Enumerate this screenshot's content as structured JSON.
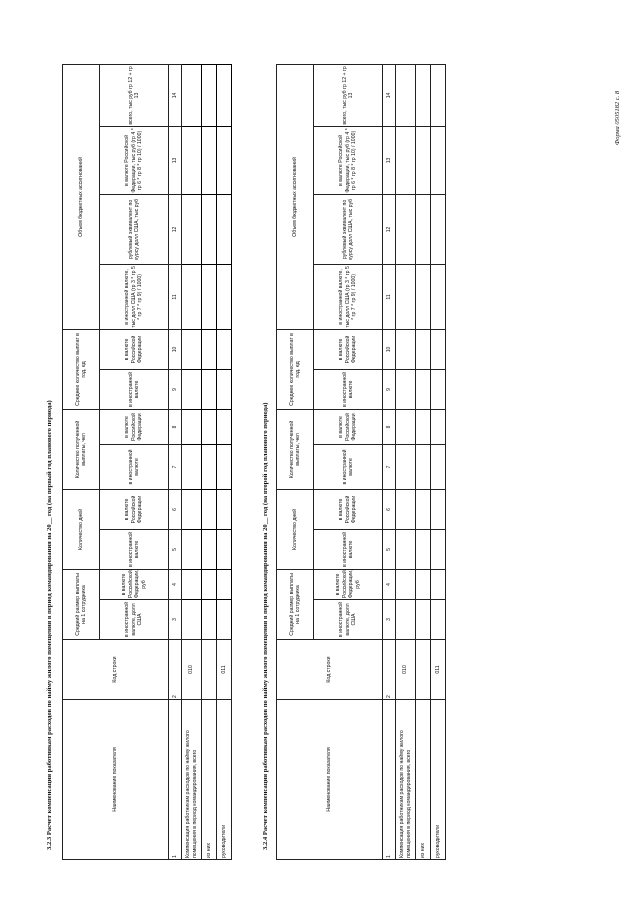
{
  "form_label": "Форма 0505182 с. 8",
  "columns": {
    "name": "Наименование показателя",
    "code": "Код строки",
    "groups": [
      {
        "label": "Средний размер выплаты на 1 сотрудника",
        "span": 2
      },
      {
        "label": "Количество дней",
        "span": 2
      },
      {
        "label": "Количество полученной выплаты, чел",
        "span": 2
      },
      {
        "label": "Среднее количество выплат в год, ед",
        "span": 2
      },
      {
        "label": "Объем бюджетных ассигнований",
        "span": 4
      }
    ],
    "sub": [
      "в иностранной валюте, долл США",
      "в валюте Российской Федерации, руб",
      "в иностранной валюте",
      "в валюте Российской Федерации",
      "в иностранной валюте",
      "в валюте Российской Федерации",
      "в иностранной валюте",
      "в валюте Российской Федерации",
      "в иностранной валюте, тыс долл США (гр 3 * гр 5 * гр 7 * гр 9) / 1000)",
      "рублевый эквивалент по курсу долл США, тыс руб",
      "в валюте Российской Федерации, тыс руб (гр 4 * гр 6 * гр 8 * гр 10) / 1000)",
      "всего, тыс руб гр 12 + гр 13"
    ],
    "numbers": [
      "1",
      "2",
      "3",
      "4",
      "5",
      "6",
      "7",
      "8",
      "9",
      "10",
      "11",
      "12",
      "13",
      "14"
    ]
  },
  "rows": [
    {
      "name": "Компенсация работникам расходов по найму жилого помещения в период командирования, всего",
      "code": "010"
    },
    {
      "name": "из них",
      "code": ""
    },
    {
      "name": "руководители",
      "code": "011"
    }
  ],
  "tables": [
    {
      "title": "3.2.3 Расчет компенсации работникам расходов по найму жилого помещения в период командирования  на  20__ год (на первый год планового периода)"
    },
    {
      "title": "3.2.4 Расчет компенсации работникам расходов по найму жилого помещения в период командирования  на  20__ год (на второй год планового периода)"
    }
  ]
}
